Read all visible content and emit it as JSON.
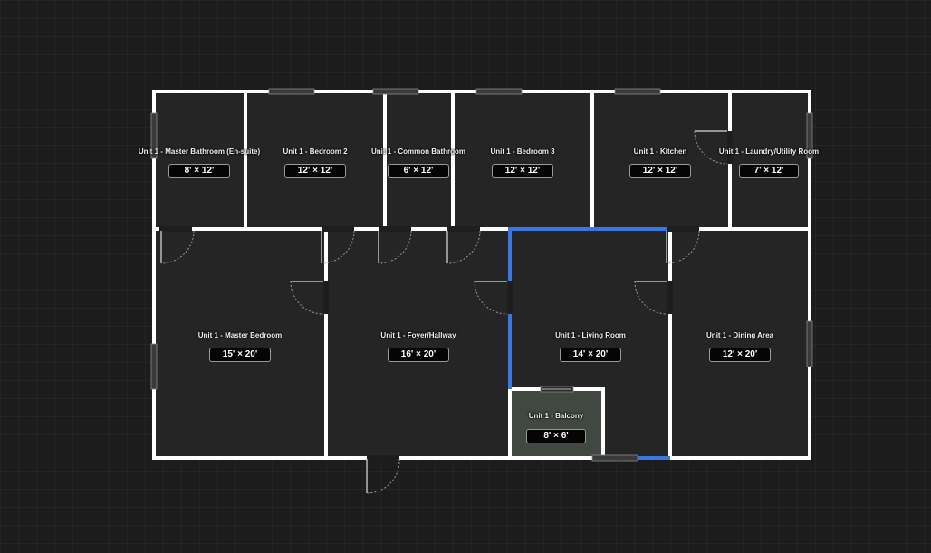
{
  "colors": {
    "background": "#1c1c1c",
    "room_fill": "#252525",
    "balcony_fill": "#414842",
    "wall": "#ffffff",
    "highlight_wall": "#3a78e0",
    "window": "#3a3a3a"
  },
  "rooms": [
    {
      "id": "master-bathroom",
      "name": "Unit 1 - Master Bathroom (En-suite)",
      "dimensions": "8' × 12'"
    },
    {
      "id": "bedroom-2",
      "name": "Unit 1 - Bedroom 2",
      "dimensions": "12' × 12'"
    },
    {
      "id": "common-bathroom",
      "name": "Unit 1 - Common Bathroom",
      "dimensions": "6' × 12'"
    },
    {
      "id": "bedroom-3",
      "name": "Unit 1 - Bedroom 3",
      "dimensions": "12' × 12'"
    },
    {
      "id": "kitchen",
      "name": "Unit 1 - Kitchen",
      "dimensions": "12' × 12'"
    },
    {
      "id": "laundry",
      "name": "Unit 1 - Laundry/Utility Room",
      "dimensions": "7' × 12'"
    },
    {
      "id": "master-bedroom",
      "name": "Unit 1 - Master Bedroom",
      "dimensions": "15' × 20'"
    },
    {
      "id": "foyer-hallway",
      "name": "Unit 1 - Foyer/Hallway",
      "dimensions": "16' × 20'"
    },
    {
      "id": "living-room",
      "name": "Unit 1 - Living Room",
      "dimensions": "14' × 20'"
    },
    {
      "id": "dining-area",
      "name": "Unit 1 - Dining Area",
      "dimensions": "12' × 20'"
    },
    {
      "id": "balcony",
      "name": "Unit 1 - Balcony",
      "dimensions": "8' × 6'"
    }
  ]
}
